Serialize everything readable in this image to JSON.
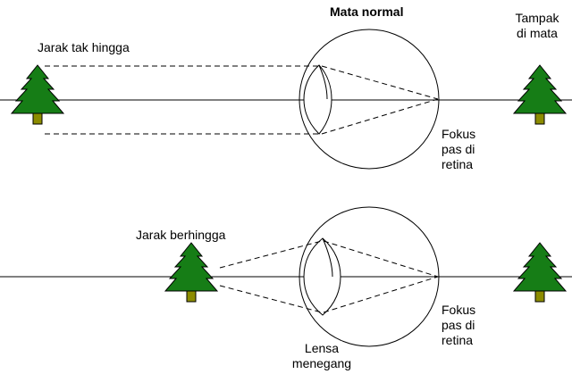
{
  "title": "Mata normal",
  "seen_label": [
    "Tampak",
    "di mata"
  ],
  "top_panel": {
    "object_label": "Jarak tak hingga",
    "focus_label": [
      "Fokus",
      "pas di",
      "retina"
    ]
  },
  "bottom_panel": {
    "object_label": "Jarak berhingga",
    "focus_label": [
      "Fokus",
      "pas di",
      "retina"
    ],
    "lens_label": [
      "Lensa",
      "menegang"
    ]
  },
  "colors": {
    "tree_fill": "#167D16",
    "trunk_fill": "#8C8C00",
    "line": "#000000"
  }
}
